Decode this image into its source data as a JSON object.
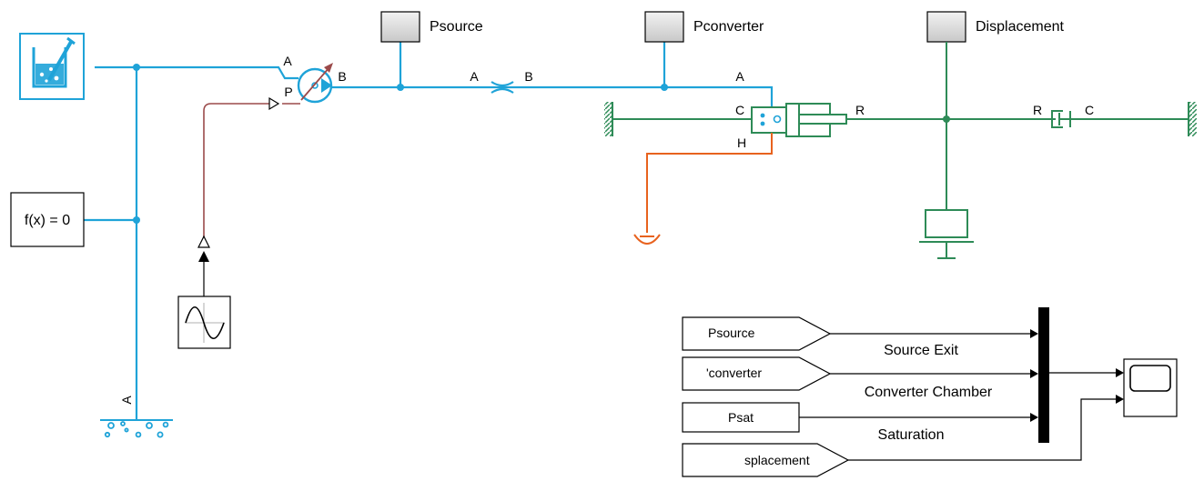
{
  "scopes": {
    "psource": "Psource",
    "pconverter": "Pconverter",
    "displacement": "Displacement"
  },
  "blocks": {
    "solver": "f(x) = 0"
  },
  "ports": {
    "pump_a": "A",
    "pump_b": "B",
    "pump_p": "P",
    "orifice_a": "A",
    "orifice_b": "B",
    "cyl_a": "A",
    "cyl_c": "C",
    "cyl_h": "H",
    "cyl_r": "R",
    "damper_r": "R",
    "damper_c": "C",
    "reservoir_a": "A"
  },
  "signals": {
    "goto_psource": "Psource",
    "goto_pconverter": "'converter",
    "constant_psat": "Psat",
    "goto_displacement": "splacement",
    "line_source_exit": "Source Exit",
    "line_converter_chamber": "Converter Chamber",
    "line_saturation": "Saturation"
  },
  "colors": {
    "hydraulic": "#1fa3d8",
    "mechanical": "#2e8b57",
    "thermal": "#e8621e",
    "physical_signal": "#9b4a4a"
  }
}
